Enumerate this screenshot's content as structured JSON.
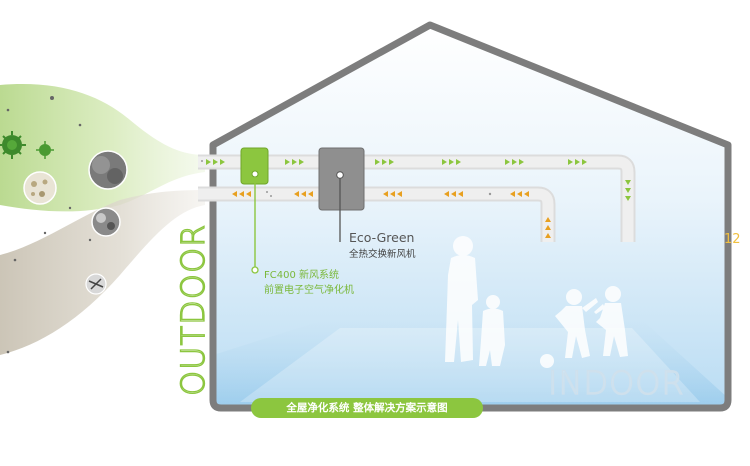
{
  "labels": {
    "outdoor": "OUTDOOR",
    "indoor": "INDOOR",
    "eco_green_title": "Eco-Green",
    "eco_green_subtitle": "全热交换新风机",
    "fc400_title": "FC400 新风系统",
    "fc400_subtitle": "前置电子空气净化机",
    "banner": "全屋净化系统  整体解决方案示意图",
    "edge_text": "12"
  },
  "colors": {
    "accent_green": "#8cc63f",
    "house_outline": "#7d7d7d",
    "duct": "#e6e6e6",
    "arrow_supply": "#8cc63f",
    "arrow_exhaust": "#e8a020",
    "sky_top": "#ffffff",
    "sky_bottom": "#b9dcf3"
  },
  "icons": {
    "fc400_unit": "air-purifier-box-icon",
    "eco_green_unit": "heat-exchanger-box-icon",
    "pollutants": [
      "virus-icon",
      "smoke-particle-icon",
      "pollen-icon",
      "dust-icon",
      "pet-hair-icon"
    ],
    "people": [
      "adult-and-child-silhouette",
      "playing-children-silhouette",
      "ball-silhouette"
    ]
  }
}
